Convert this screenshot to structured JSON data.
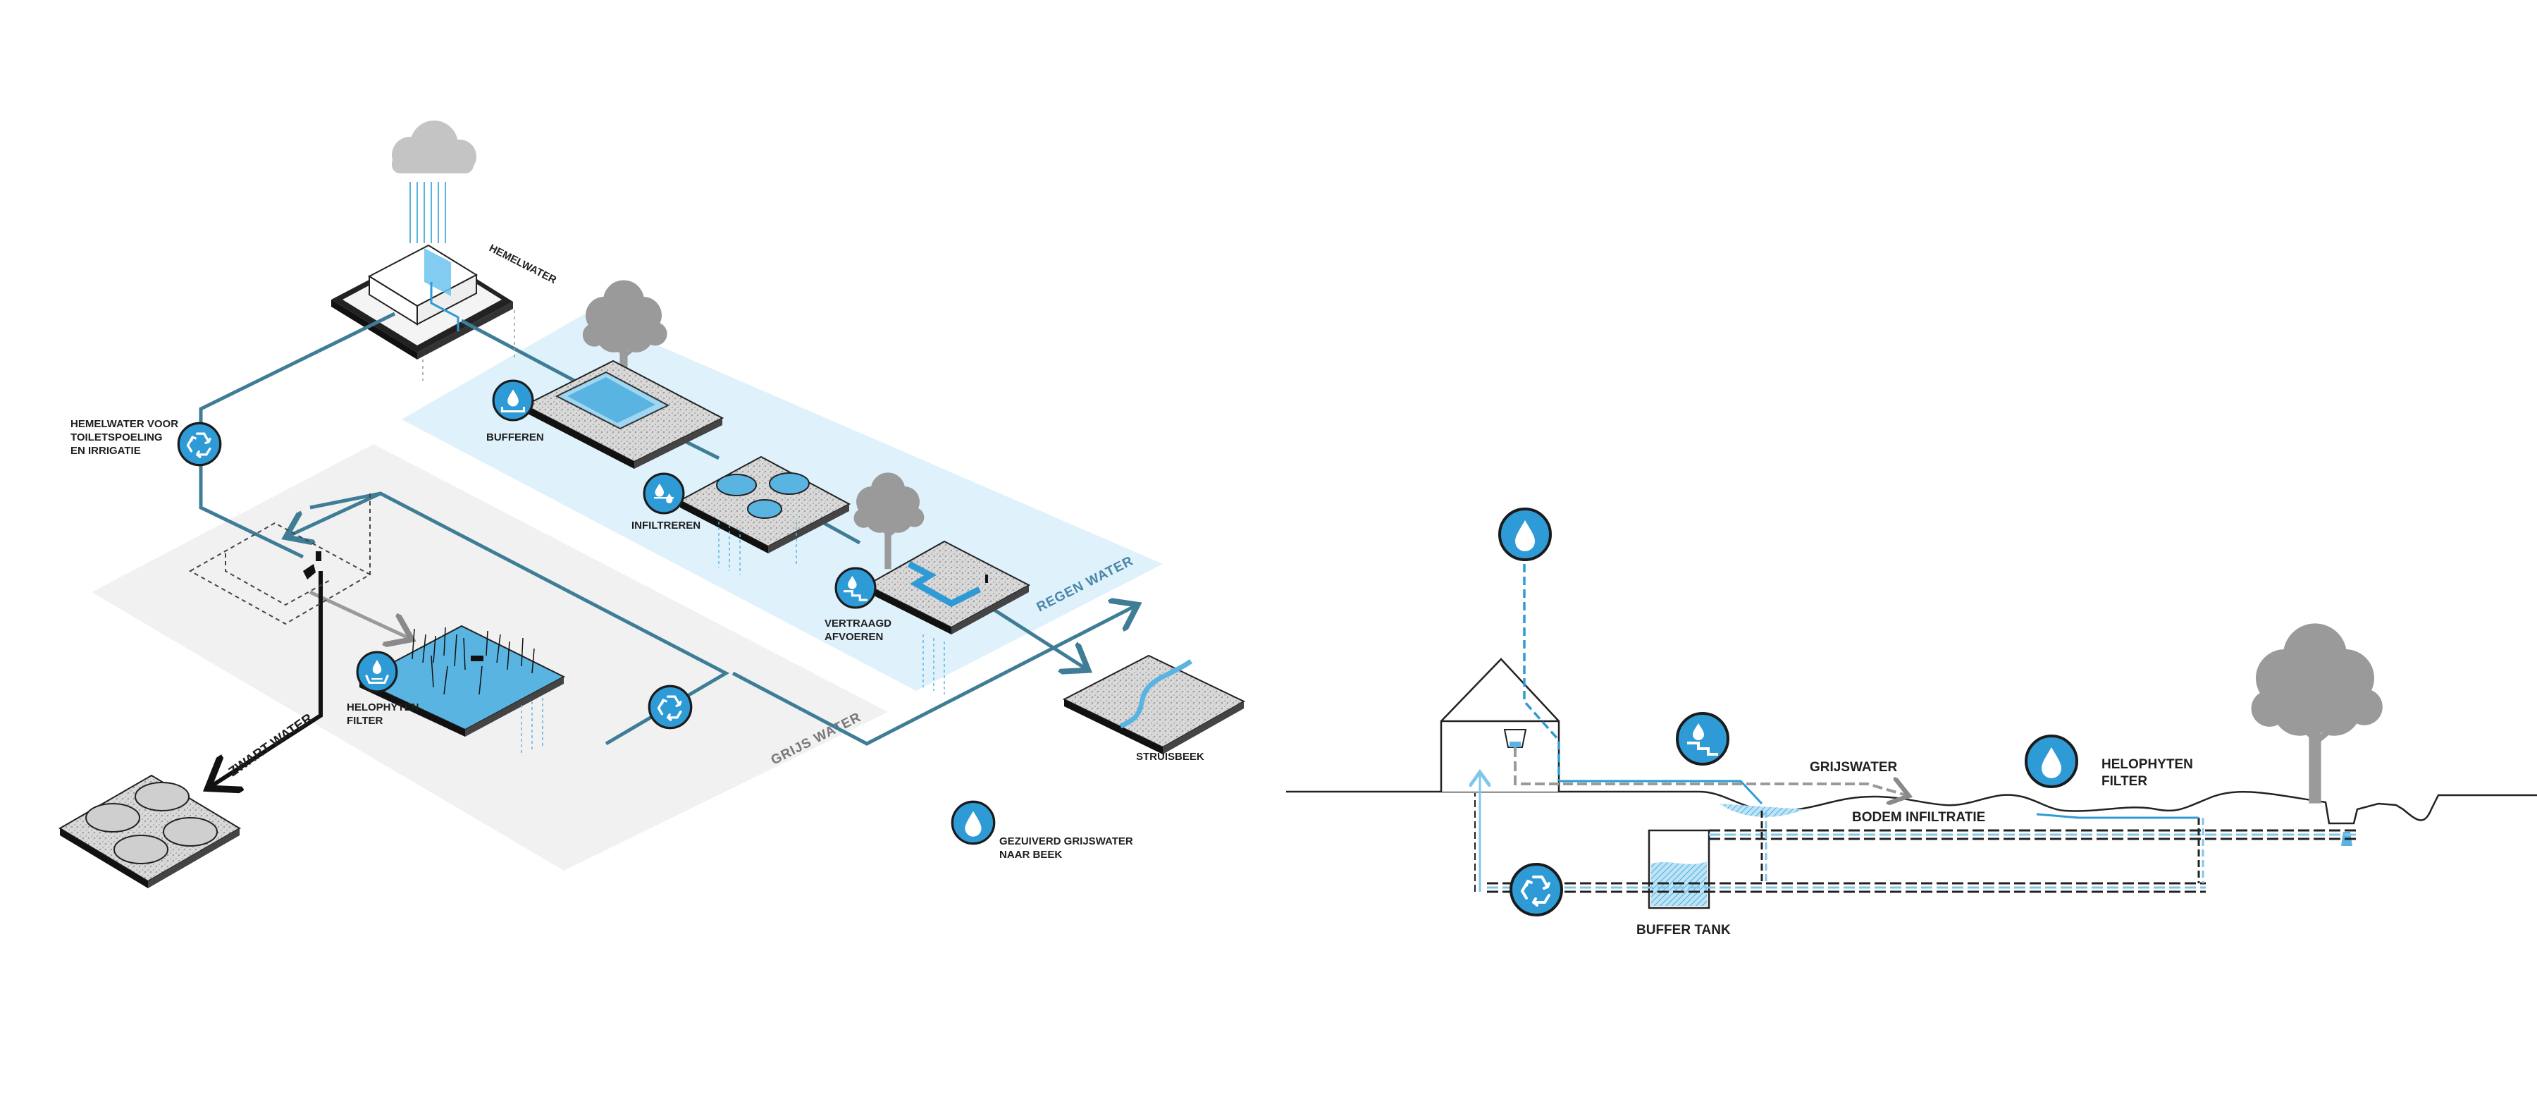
{
  "left_diagram": {
    "labels": {
      "hemelwater": "HEMELWATER",
      "hemelwater_voor_1": "HEMELWATER VOOR",
      "hemelwater_voor_2": "TOILETSPOELING",
      "hemelwater_voor_3": "EN IRRIGATIE",
      "bufferen": "BUFFEREN",
      "infiltreren": "INFILTREREN",
      "vertraagd_1": "VERTRAAGD",
      "vertraagd_2": "AFVOEREN",
      "helophyten_1": "HELOPHYTEN",
      "helophyten_2": "FILTER",
      "struisbeek": "STRUISBEEK",
      "gezuiverd_1": "GEZUIVERD GRIJSWATER",
      "gezuiverd_2": "NAAR BEEK",
      "zwart_water": "ZWART WATER",
      "regen_water": "REGEN WATER",
      "grijs_water": "GRIJS WATER"
    }
  },
  "right_diagram": {
    "labels": {
      "grijswater": "GRIJSWATER",
      "bodem_infiltratie": "BODEM INFILTRATIE",
      "helophyten_1": "HELOPHYTEN",
      "helophyten_2": "FILTER",
      "buffer_tank": "BUFFER TANK"
    }
  },
  "colors": {
    "pipe": "#3f7d96",
    "water_blue": "#2e9bd6",
    "light_blue_zone": "#dff1fb",
    "grey_zone": "#f1f1f2",
    "cloud": "#c4c4c4",
    "tree": "#9a9a9a"
  },
  "icons": [
    "water-drop-icon",
    "recycle-icon",
    "buffer-icon",
    "infiltration-icon",
    "slow-drain-icon",
    "filter-icon"
  ]
}
